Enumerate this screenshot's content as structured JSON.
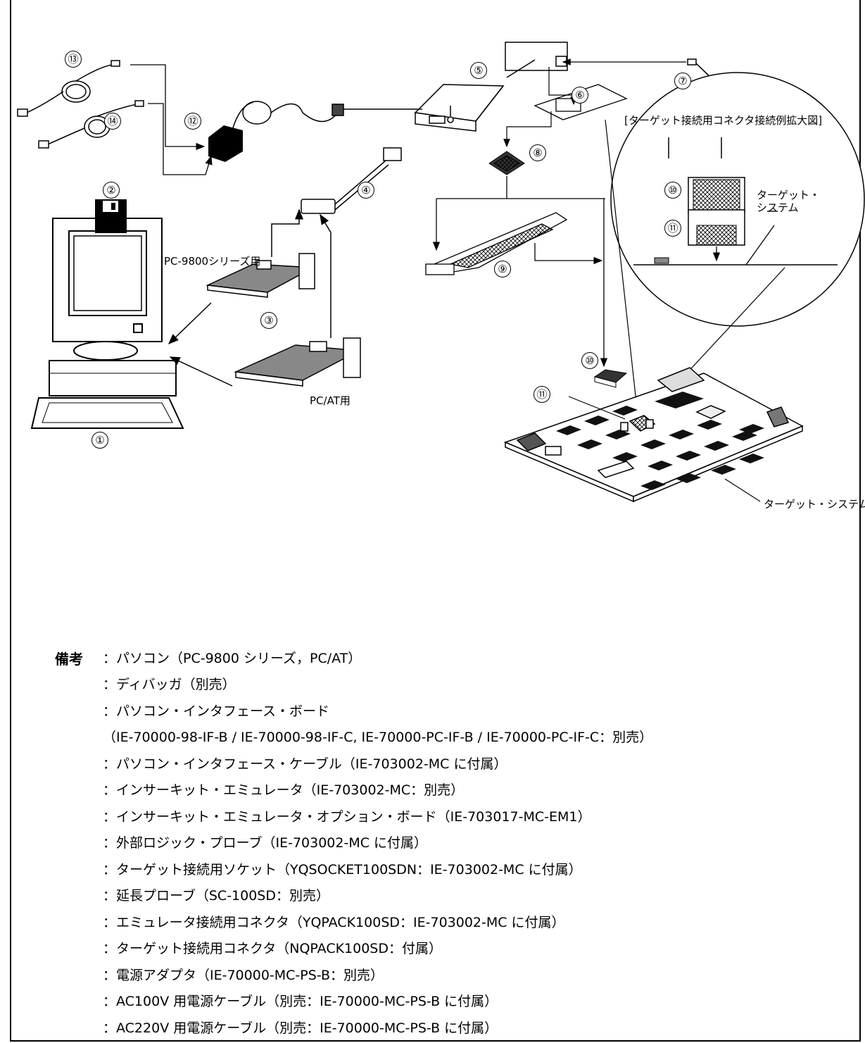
{
  "labels": {
    "pc9800": "PC-9800シリーズ用",
    "pcat": "PC/AT用",
    "zoom_caption": "[ターゲット接続用コネクタ接続例拡大図]",
    "target_system_callout": "ターゲット・\nシステム",
    "target_system": "ターゲット・システム"
  },
  "numbers": [
    "①",
    "②",
    "③",
    "④",
    "⑤",
    "⑥",
    "⑦",
    "⑧",
    "⑨",
    "⑩",
    "⑪",
    "⑫",
    "⑬",
    "⑭"
  ],
  "notes": {
    "heading": "備考",
    "items": [
      "：パソコン（PC-9800 シリーズ，PC/AT）",
      "：ディバッガ（別売）",
      "：パソコン・インタフェース・ボード",
      "（IE-70000-98-IF-B / IE-70000-98-IF-C, IE-70000-PC-IF-B / IE-70000-PC-IF-C：別売）",
      "：パソコン・インタフェース・ケーブル（IE-703002-MC に付属）",
      "：インサーキット・エミュレータ（IE-703002-MC：別売）",
      "：インサーキット・エミュレータ・オプション・ボード（IE-703017-MC-EM1）",
      "：外部ロジック・プローブ（IE-703002-MC に付属）",
      "：ターゲット接続用ソケット（YQSOCKET100SDN：IE-703002-MC に付属）",
      "：延長プローブ（SC-100SD：別売）",
      "：エミュレータ接続用コネクタ（YQPACK100SD：IE-703002-MC に付属）",
      "：ターゲット接続用コネクタ（NQPACK100SD：付属）",
      "：電源アダプタ（IE-70000-MC-PS-B：別売）",
      "：AC100V 用電源ケーブル（別売：IE-70000-MC-PS-B に付属）",
      "：AC220V 用電源ケーブル（別売：IE-70000-MC-PS-B に付属）"
    ]
  }
}
